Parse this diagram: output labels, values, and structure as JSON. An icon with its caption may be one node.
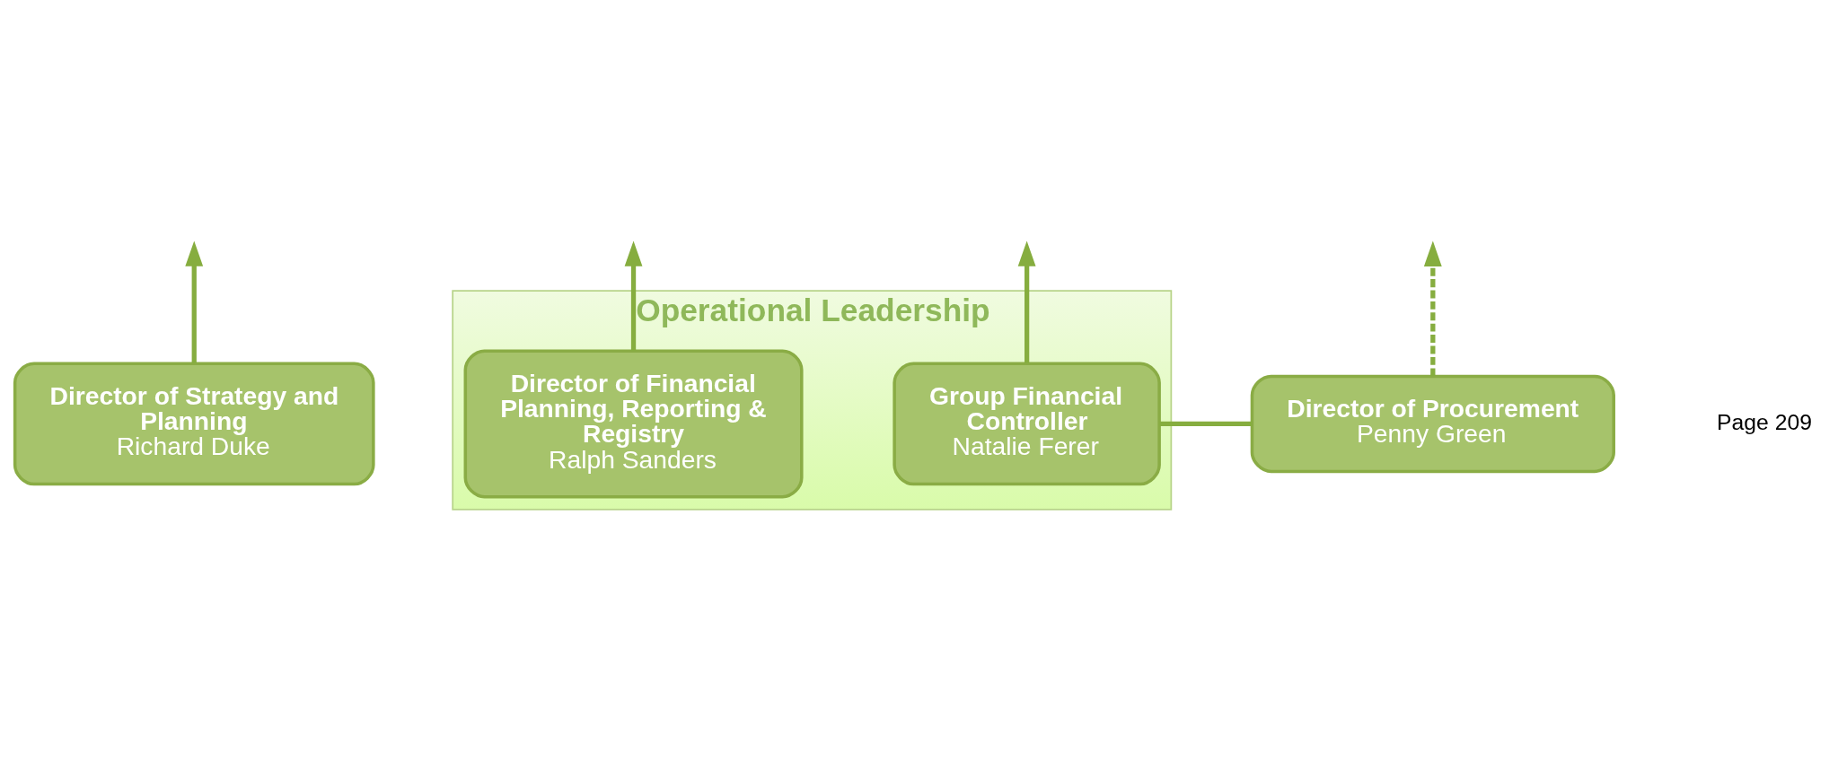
{
  "diagram": {
    "nodes": [
      {
        "text": [
          "Operational Leadership"
        ]
      },
      {
        "text": [
          "Director of Strategy and Planning",
          "Richard Duke"
        ]
      },
      {
        "text": [
          "Director of Financial Planning, Reporting & Registry",
          "Ralph Sanders"
        ],
        "in": 0
      },
      {
        "text": [
          "Group Financial Controller",
          "Natalie Ferer"
        ],
        "in": 0
      },
      {
        "text": [
          "Director of Procurement",
          "Penny Green"
        ]
      }
    ],
    "edges": [
      {
        "from": 1,
        "to": null,
        "arrow": "to"
      },
      {
        "from": 2,
        "to": null,
        "arrow": "to"
      },
      {
        "from": 3,
        "to": null,
        "arrow": "to"
      },
      {
        "from": 4,
        "to": null,
        "arrow": "to",
        "style": "dashed"
      },
      {
        "from": 3,
        "to": 4,
        "arrow": "none"
      }
    ],
    "labels": [
      "Page 209"
    ]
  }
}
